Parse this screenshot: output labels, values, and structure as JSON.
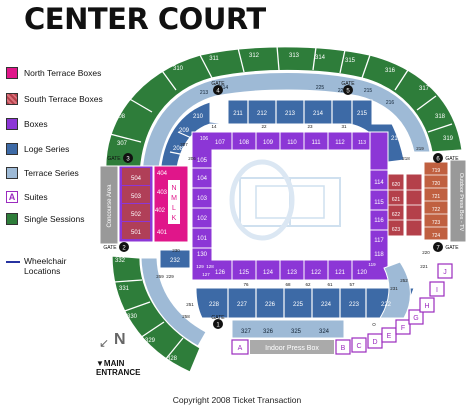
{
  "title": "CENTER COURT",
  "legend": [
    {
      "label": "North Terrace Boxes",
      "color": "#e0168a",
      "type": "swatch"
    },
    {
      "label": "South Terrace Boxes",
      "color": "#b4404a",
      "type": "swatch-hatch"
    },
    {
      "label": "Boxes",
      "color": "#8c36d6",
      "type": "swatch"
    },
    {
      "label": "Loge Series",
      "color": "#3d6aa6",
      "type": "swatch"
    },
    {
      "label": "Terrace Series",
      "color": "#9ebad6",
      "type": "swatch"
    },
    {
      "label": "Suites",
      "color": "#ffffff",
      "type": "letter",
      "letter": "A"
    },
    {
      "label": "Single Sessions",
      "color": "#2e7d3a",
      "type": "swatch"
    },
    {
      "label": "Wheelchair Locations",
      "color": "#2733a0",
      "type": "line"
    }
  ],
  "gates": [
    "GATE",
    "GATE",
    "GATE",
    "GATE",
    "GATE",
    "GATE",
    "GATE"
  ],
  "gate_numbers": [
    "1",
    "2",
    "3",
    "4",
    "5",
    "6",
    "7"
  ],
  "areas": {
    "concourse": "Concourse Area",
    "outdoor_press": "Outdoor Press Box - TV",
    "indoor_press": "Indoor Press Box"
  },
  "sections": {
    "single_top": [
      "310",
      "311",
      "312",
      "313",
      "314",
      "315",
      "316"
    ],
    "single_left": [
      "309",
      "308",
      "307"
    ],
    "single_right": [
      "317",
      "318",
      "319"
    ],
    "single_bottom_left": [
      "332",
      "331",
      "330",
      "329",
      "328"
    ],
    "terrace_top": [
      "213",
      "214",
      "225",
      "215",
      "224",
      "216"
    ],
    "loge_top": [
      "211",
      "212",
      "213",
      "214",
      "215"
    ],
    "loge_top_left": [
      "210",
      "209",
      "208"
    ],
    "loge_top_right": [
      "216",
      "217"
    ],
    "loge_bottom": [
      "228",
      "227",
      "226",
      "225",
      "224",
      "223",
      "222"
    ],
    "loge_left": [
      "232"
    ],
    "terrace_bottom": [
      "327",
      "326",
      "325",
      "324"
    ],
    "boxes_top": [
      "107",
      "108",
      "109",
      "110",
      "111",
      "112"
    ],
    "boxes_top_small": [
      "106",
      "113"
    ],
    "boxes_left": [
      "105",
      "104",
      "103",
      "102",
      "101",
      "130"
    ],
    "boxes_right": [
      "114",
      "115",
      "116",
      "117",
      "118"
    ],
    "boxes_bottom": [
      "126",
      "125",
      "124",
      "123",
      "122",
      "121",
      "120"
    ],
    "boxes_bottom_corner": [
      "129",
      "128",
      "127",
      "119"
    ],
    "north_terrace": [
      "504",
      "503",
      "502",
      "501"
    ],
    "north_terrace_inner": [
      "404",
      "403",
      "402",
      "401"
    ],
    "north_letters": [
      "N",
      "M",
      "L",
      "K"
    ],
    "south_terrace": [
      "620",
      "621",
      "622",
      "623"
    ],
    "south_terrace_outer": [
      "719",
      "720",
      "721",
      "722",
      "723",
      "724"
    ],
    "suites": [
      "A",
      "B",
      "C",
      "D",
      "E",
      "F",
      "G",
      "H",
      "I",
      "J"
    ],
    "row_numbers_top": [
      "14",
      "22",
      "23",
      "31"
    ],
    "row_numbers_bottom": [
      "76",
      "68",
      "62",
      "61",
      "57"
    ],
    "misc_labels": [
      "206",
      "207",
      "218",
      "219",
      "220",
      "221",
      "231",
      "230",
      "229",
      "259",
      "251",
      "258",
      "252",
      "O"
    ]
  },
  "compass": {
    "label": "N"
  },
  "entrance": {
    "line1": "MAIN",
    "line2": "ENTRANCE"
  },
  "copyright": "Copyright 2008 Ticket Transaction"
}
